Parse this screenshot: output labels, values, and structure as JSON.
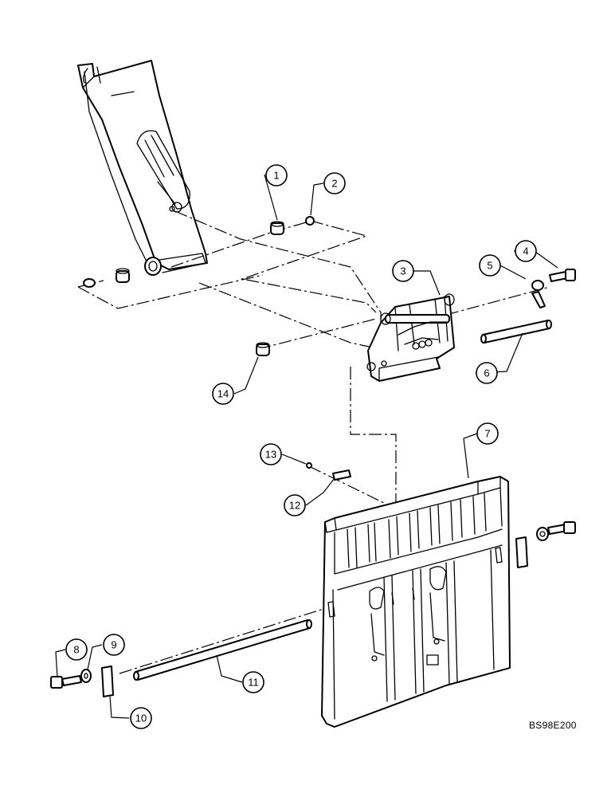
{
  "figure": {
    "reference_code": "BS98E200",
    "callouts": [
      "1",
      "2",
      "3",
      "4",
      "5",
      "6",
      "7",
      "8",
      "9",
      "10",
      "11",
      "12",
      "13",
      "14"
    ]
  }
}
